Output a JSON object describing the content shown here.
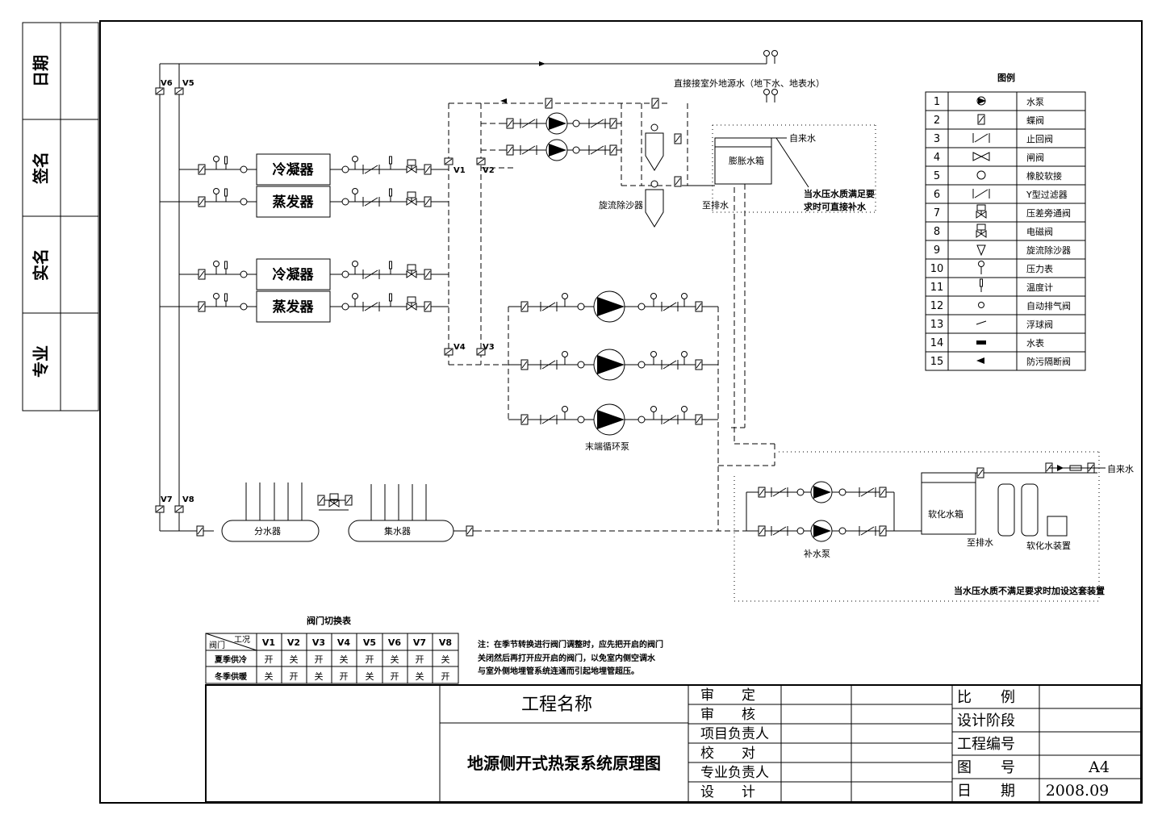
{
  "side_strip": [
    "日期",
    "签名",
    "实名",
    "专业"
  ],
  "top_note": "直接接室外地源水（地下水、地表水）",
  "valves": [
    "V6",
    "V5",
    "V1",
    "V2",
    "V4",
    "V3",
    "V7",
    "V8"
  ],
  "equipment": {
    "condenser": "冷凝器",
    "evaporator": "蒸发器",
    "sand_separator": "旋流除沙器",
    "expansion_tank": "膨胀水箱",
    "tap_water": "自来水",
    "to_drain": "至排水",
    "expansion_note_line1": "当水压水质满足要",
    "expansion_note_line2": "求时可直接补水",
    "end_pump": "末端循环泵",
    "distributor": "分水器",
    "collector": "集水器",
    "softened_tank": "软化水箱",
    "makeup_pump": "补水泵",
    "softener_device": "软化水装置",
    "softener_note": "当水压水质不满足要求时加设这套装置"
  },
  "legend": {
    "title": "图例",
    "items": [
      {
        "no": "1",
        "name": "水泵"
      },
      {
        "no": "2",
        "name": "蝶阀"
      },
      {
        "no": "3",
        "name": "止回阀"
      },
      {
        "no": "4",
        "name": "闸阀"
      },
      {
        "no": "5",
        "name": "橡胶软接"
      },
      {
        "no": "6",
        "name": "Y型过滤器"
      },
      {
        "no": "7",
        "name": "压差旁通阀"
      },
      {
        "no": "8",
        "name": "电磁阀"
      },
      {
        "no": "9",
        "name": "旋流除沙器"
      },
      {
        "no": "10",
        "name": "压力表"
      },
      {
        "no": "11",
        "name": "温度计"
      },
      {
        "no": "12",
        "name": "自动排气阀"
      },
      {
        "no": "13",
        "name": "浮球阀"
      },
      {
        "no": "14",
        "name": "水表"
      },
      {
        "no": "15",
        "name": "防污隔断阀"
      }
    ]
  },
  "valve_table": {
    "title": "阀门切换表",
    "header_top": "工况",
    "header_bottom": "阀门",
    "columns": [
      "V1",
      "V2",
      "V3",
      "V4",
      "V5",
      "V6",
      "V7",
      "V8"
    ],
    "rows": [
      {
        "label": "夏季供冷",
        "cells": [
          "开",
          "关",
          "开",
          "关",
          "开",
          "关",
          "开",
          "关"
        ]
      },
      {
        "label": "冬季供暖",
        "cells": [
          "关",
          "开",
          "关",
          "开",
          "关",
          "开",
          "关",
          "开"
        ]
      }
    ]
  },
  "note_lines": [
    "注：在季节转换进行阀门调整时，应先把开启的阀门",
    "关闭然后再打开应开启的阀门，以免室内侧空调水",
    "与室外侧地埋管系统连通而引起地埋管超压。"
  ],
  "title_block": {
    "project_name_label": "工程名称",
    "drawing_title": "地源侧开式热泵系统原理图",
    "roles": [
      "审　　定",
      "审　　核",
      "项目负责人",
      "校　　对",
      "专业负责人",
      "设　　计"
    ],
    "info_labels": [
      "比　　例",
      "设计阶段",
      "工程编号",
      "图　　号",
      "日　　期"
    ],
    "info_values": [
      "",
      "",
      "",
      "A4",
      "2008.09"
    ]
  }
}
